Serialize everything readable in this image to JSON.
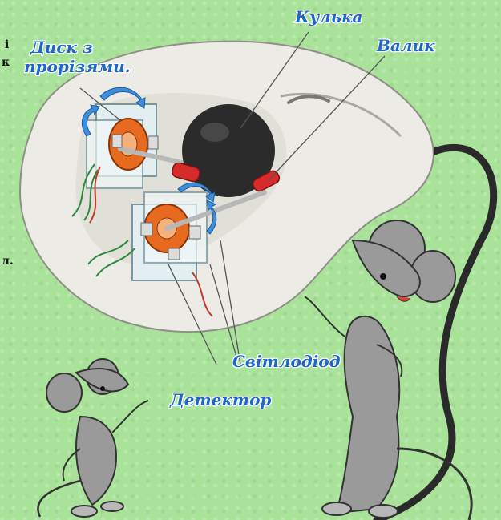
{
  "labels": {
    "disk_line1": "Диск з",
    "disk_line2": "прорізями.",
    "ball": "Кулька",
    "roller": "Валик",
    "led": "Світлодіод",
    "detector": "Детектор"
  },
  "edge_text": {
    "line1": "і",
    "line2": "к",
    "line3": "л."
  },
  "colors": {
    "background": "#a9e39a",
    "label": "#1f66c8",
    "mouse_body": "#ecebe6",
    "ball": "#2b2b2b",
    "disk": "#e86a1e",
    "roller": "#d62b2b",
    "arrows": "#3d8fd9",
    "cartoon_mouse": "#9a9a9a"
  }
}
